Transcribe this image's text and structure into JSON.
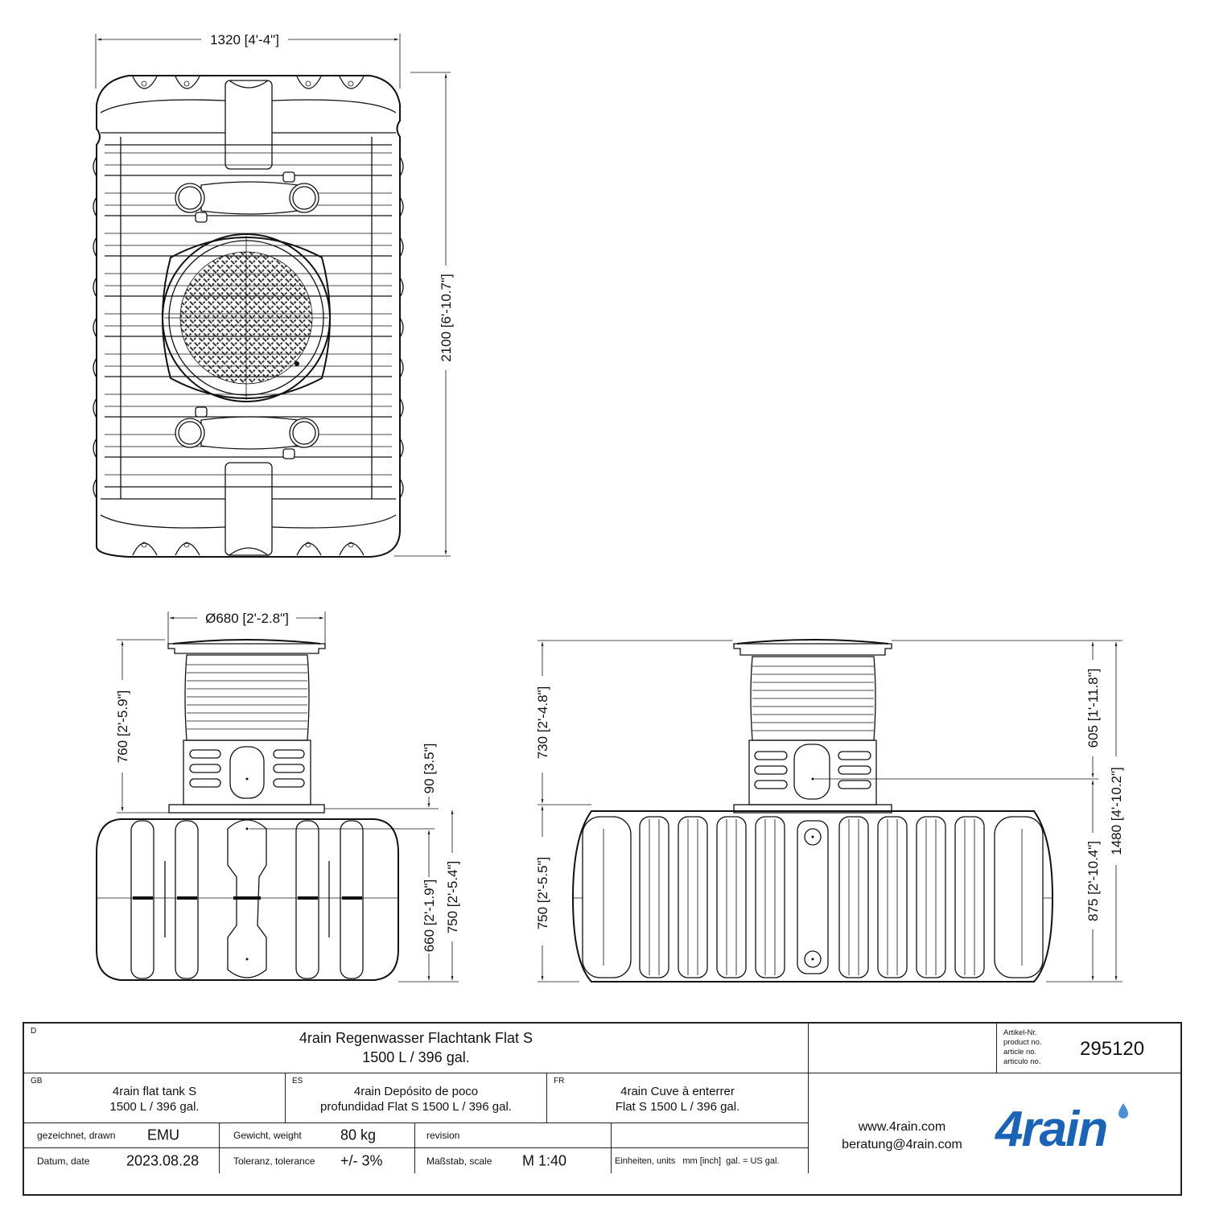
{
  "drawing": {
    "top_view": {
      "width_dim": "1320 [4'-4\"]",
      "length_dim": "2100 [6'-10.7\"]"
    },
    "front_view": {
      "dome_diameter_dim": "Ø680 [2'-2.8\"]",
      "dome_height_dim": "760 [2'-5.9\"]",
      "collar_dim": "90 [3.5\"]",
      "inlet_height_dim": "660 [2'-1.9\"]",
      "tank_height_dim": "750 [2'-5.4\"]"
    },
    "side_view": {
      "dome_height_dim": "730 [2'-4.8\"]",
      "tank_height_dim": "750 [2'-5.5\"]",
      "inlet_from_top_dim": "605 [1'-11.8\"]",
      "inlet_height_dim": "875 [2'-10.4\"]",
      "total_height_dim": "1480 [4'-10.2\"]"
    }
  },
  "title_block": {
    "de": {
      "tag": "D",
      "line1": "4rain Regenwasser Flachtank Flat S",
      "line2": "1500 L / 396 gal."
    },
    "gb": {
      "tag": "GB",
      "line1": "4rain flat tank S",
      "line2": "1500 L / 396 gal."
    },
    "es": {
      "tag": "ES",
      "line1": "4rain  Depósito de poco",
      "line2": "profundidad Flat S 1500 L / 396 gal."
    },
    "fr": {
      "tag": "FR",
      "line1": "4rain Cuve à enterrer",
      "line2": "Flat S 1500 L / 396 gal."
    },
    "drawn_label": "gezeichnet, drawn",
    "drawn_value": "EMU",
    "date_label": "Datum, date",
    "date_value": "2023.08.28",
    "weight_label": "Gewicht, weight",
    "weight_value": "80  kg",
    "tolerance_label": "Toleranz, tolerance",
    "tolerance_value": "+/- 3%",
    "revision_label": "revision",
    "revision_value": "",
    "scale_label": "Maßstab, scale",
    "scale_value": "M 1:40",
    "units_label": "Einheiten, units   mm [inch]  gal. = US gal.",
    "article_labels": [
      "Artikel-Nr.",
      "product no.",
      "article no.",
      "articulo no."
    ],
    "article_no": "295120",
    "website": "www.4rain.com",
    "email": "beratung@4rain.com",
    "logo_text": "4rain",
    "logo_color": "#1a64b8"
  }
}
